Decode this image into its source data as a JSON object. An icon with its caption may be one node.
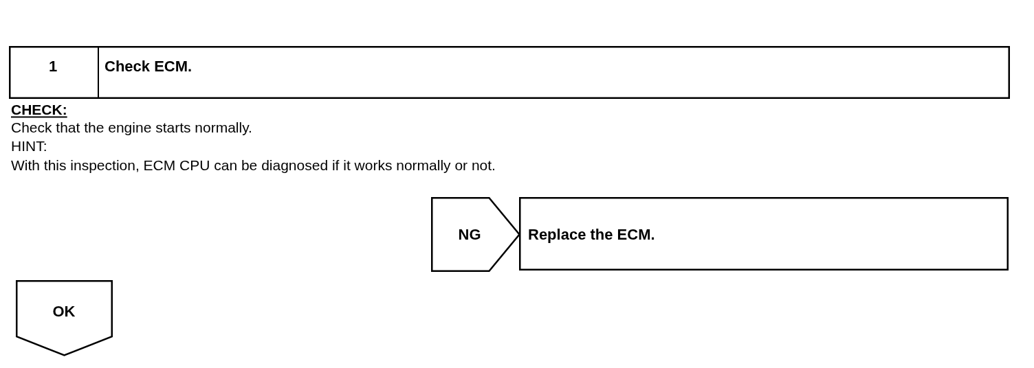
{
  "diagram": {
    "nodes": [
      {
        "text": [
          "1",
          "Check ECM."
        ]
      },
      {
        "text": [
          "NG"
        ]
      },
      {
        "text": [
          "Replace the ECM."
        ]
      },
      {
        "text": [
          "OK"
        ]
      }
    ],
    "labels": [
      "CHECK:",
      "Check that the engine starts normally.",
      "HINT:",
      "With this inspection, ECM CPU can be diagnosed if it works normally or not."
    ]
  }
}
